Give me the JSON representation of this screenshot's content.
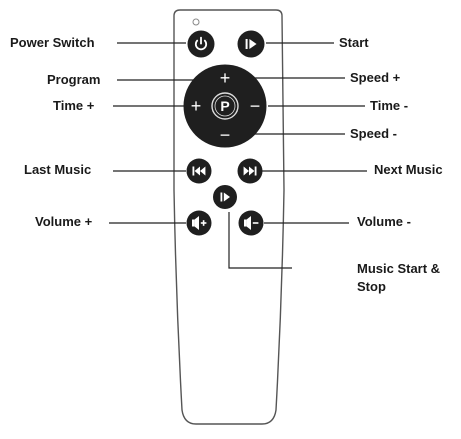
{
  "labels": {
    "power_switch": "Power Switch",
    "start": "Start",
    "program": "Program",
    "speed_plus": "Speed +",
    "time_plus": "Time +",
    "time_minus": "Time -",
    "speed_minus": "Speed -",
    "last_music": "Last Music",
    "next_music": "Next Music",
    "volume_plus": "Volume +",
    "volume_minus": "Volume -",
    "music_start_stop_line1": "Music Start &",
    "music_start_stop_line2": "Stop"
  },
  "glyphs": {
    "plus": "+",
    "minus": "−",
    "program_letter": "P"
  },
  "colors": {
    "button": "#1f1f1f",
    "remote_outline": "#555555",
    "leader_line": "#222222",
    "text": "#1a1a1a"
  }
}
